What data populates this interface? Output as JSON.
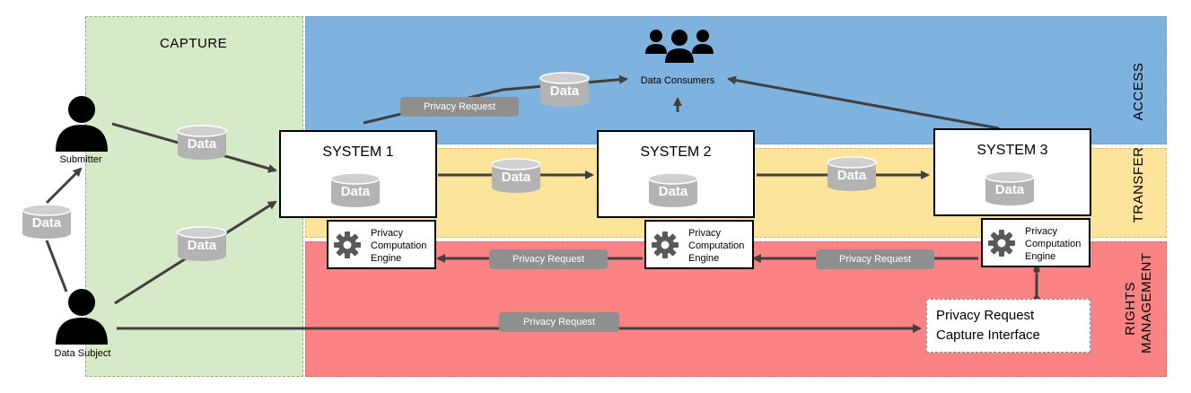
{
  "zones": {
    "capture": "CAPTURE",
    "access": "ACCESS",
    "transfer": "TRANSFER",
    "rights_line1": "RIGHTS",
    "rights_line2": "MANAGEMENT"
  },
  "actors": {
    "submitter": "Submitter",
    "data_subject": "Data Subject",
    "data_consumers": "Data Consumers"
  },
  "systems": {
    "s1": "SYSTEM 1",
    "s2": "SYSTEM 2",
    "s3": "SYSTEM 3"
  },
  "engine": {
    "line1": "Privacy",
    "line2": "Computation",
    "line3": "Engine"
  },
  "data_label": "Data",
  "privacy_request": "Privacy Request",
  "capture_interface": {
    "line1": "Privacy Request",
    "line2": "Capture Interface"
  },
  "colors": {
    "capture": "#d7eac8",
    "access": "#7fb3df",
    "transfer": "#fde49b",
    "rights": "#fb8384",
    "cylinder": "#b3b3b3",
    "pill": "#8f8f8f",
    "arrow": "#404040"
  }
}
